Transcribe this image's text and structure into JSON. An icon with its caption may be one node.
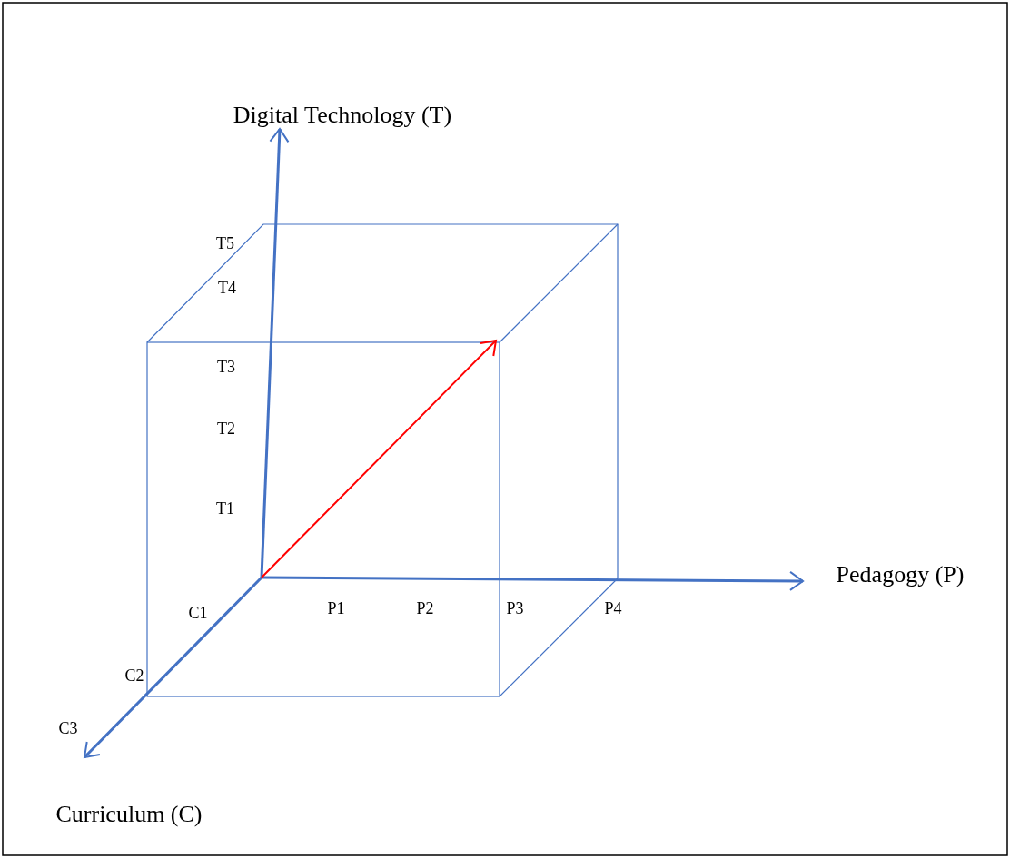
{
  "diagram": {
    "labels": [
      "Digital Technology (T)",
      "T5",
      "T4",
      "T3",
      "T2",
      "T1",
      "Pedagogy (P)",
      "C1",
      "P1",
      "P2",
      "P3",
      "P4",
      "C2",
      "C3",
      "Curriculum (C)"
    ]
  }
}
